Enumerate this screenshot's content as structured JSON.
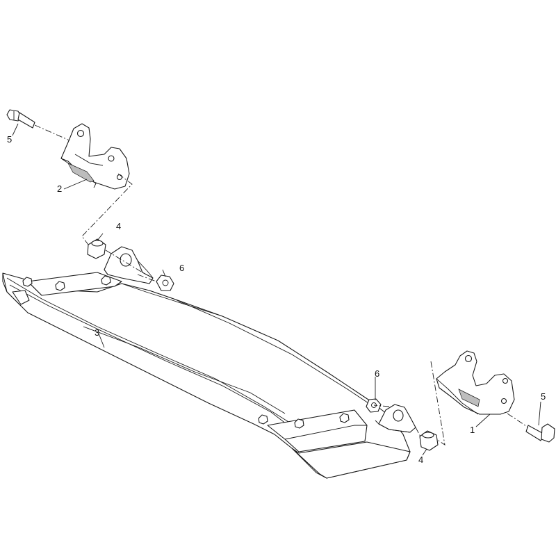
{
  "callouts": {
    "c1": "1",
    "c2": "2",
    "c3": "3",
    "c4a": "4",
    "c4b": "4",
    "c5a": "5",
    "c5b": "5",
    "c6a": "6",
    "c6b": "6"
  },
  "colors": {
    "line": "#1a1a1a",
    "background": "#ffffff",
    "shade": "#bdbdbd"
  }
}
